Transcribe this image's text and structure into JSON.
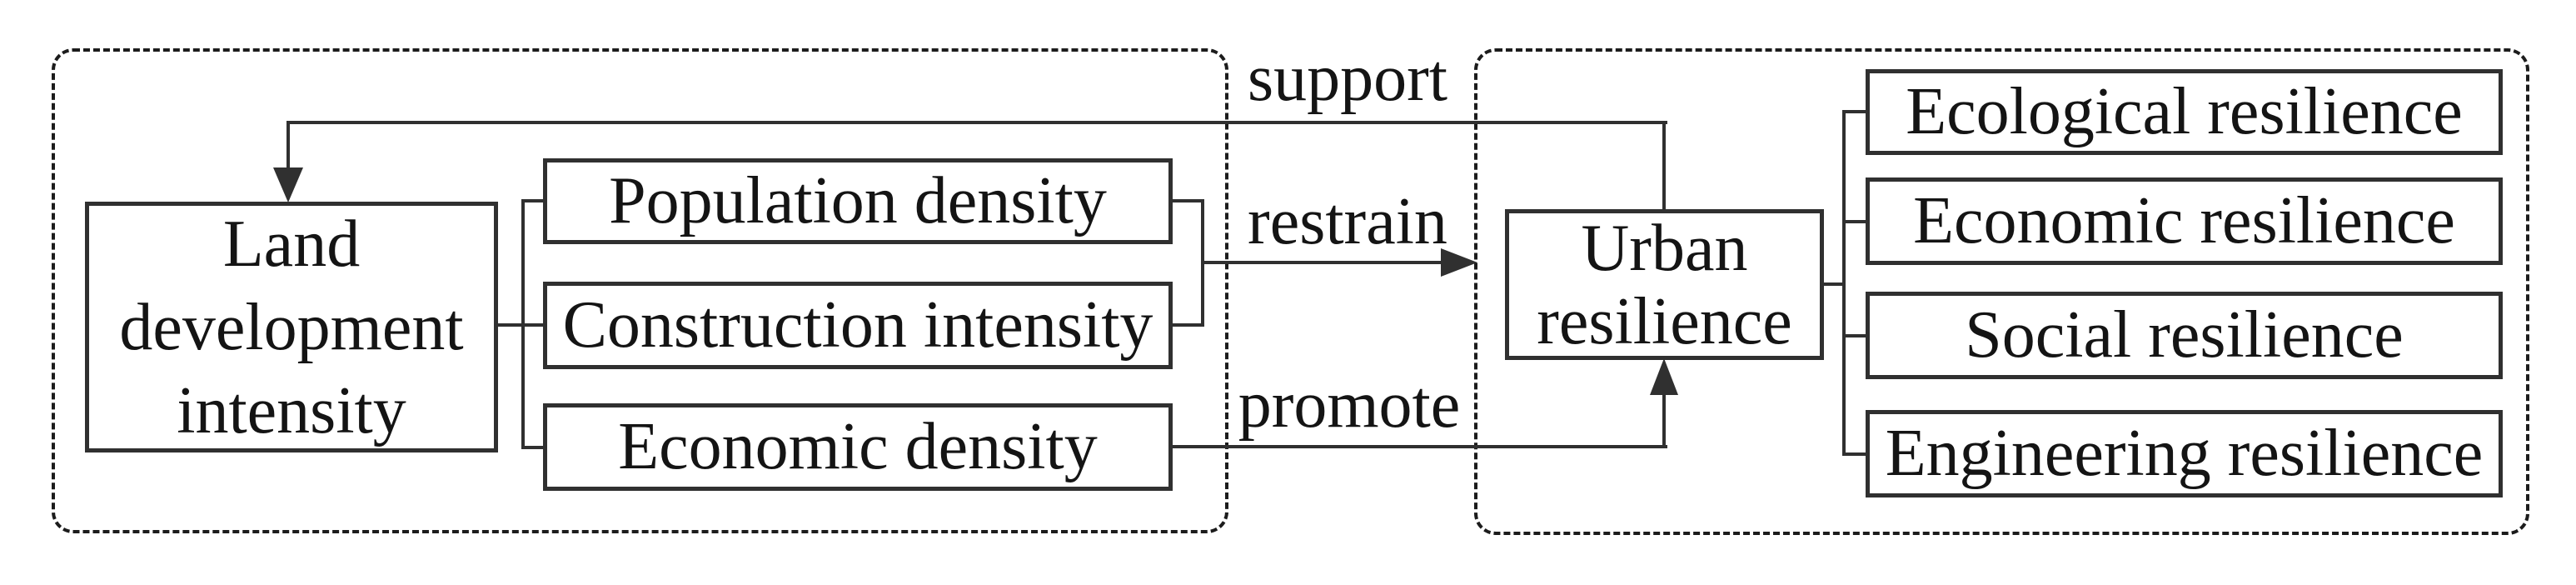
{
  "figure": {
    "left_panel": {
      "main_box_lines": [
        "Land",
        "development",
        "intensity"
      ],
      "indicator_boxes": [
        "Population density",
        "Construction intensity",
        "Economic density"
      ]
    },
    "arrow_labels": {
      "support": "support",
      "restrain": "restrain",
      "promote": "promote"
    },
    "right_panel": {
      "main_box_lines": [
        "Urban",
        "resilience"
      ],
      "dimension_boxes": [
        "Ecological resilience",
        "Economic resilience",
        "Social resilience",
        "Engineering resilience"
      ]
    },
    "colors": {
      "line": "#303030",
      "text": "#141414",
      "background": "#ffffff"
    }
  }
}
